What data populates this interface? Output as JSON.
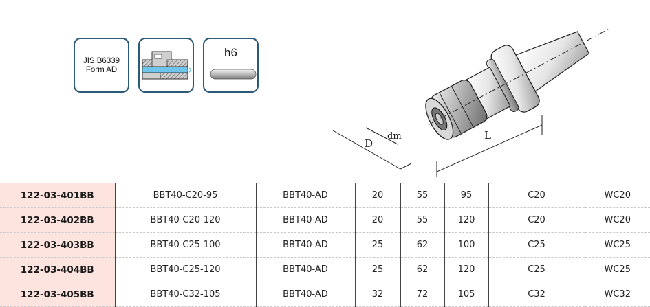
{
  "badges": {
    "standard_line1": "JIS B6339",
    "standard_line2": "Form AD",
    "coolant_icon": "coolant-flow-icon",
    "tolerance": "h6"
  },
  "drawing": {
    "label_D": "D",
    "label_dm": "dm",
    "label_L": "L"
  },
  "table": {
    "rows": [
      [
        "122-03-401BB",
        "BBT40-C20-95",
        "BBT40-AD",
        "20",
        "55",
        "95",
        "C20",
        "WC20"
      ],
      [
        "122-03-402BB",
        "BBT40-C20-120",
        "BBT40-AD",
        "20",
        "55",
        "120",
        "C20",
        "WC20"
      ],
      [
        "122-03-403BB",
        "BBT40-C25-100",
        "BBT40-AD",
        "25",
        "62",
        "100",
        "C25",
        "WC25"
      ],
      [
        "122-03-404BB",
        "BBT40-C25-120",
        "BBT40-AD",
        "25",
        "62",
        "120",
        "C25",
        "WC25"
      ],
      [
        "122-03-405BB",
        "BBT40-C32-105",
        "BBT40-AD",
        "32",
        "72",
        "105",
        "C32",
        "WC32"
      ]
    ]
  },
  "colors": {
    "badge_border": "#2b5a78",
    "code_cell_bg": "#fde4df",
    "coolant_blue": "#6ec4ea"
  }
}
